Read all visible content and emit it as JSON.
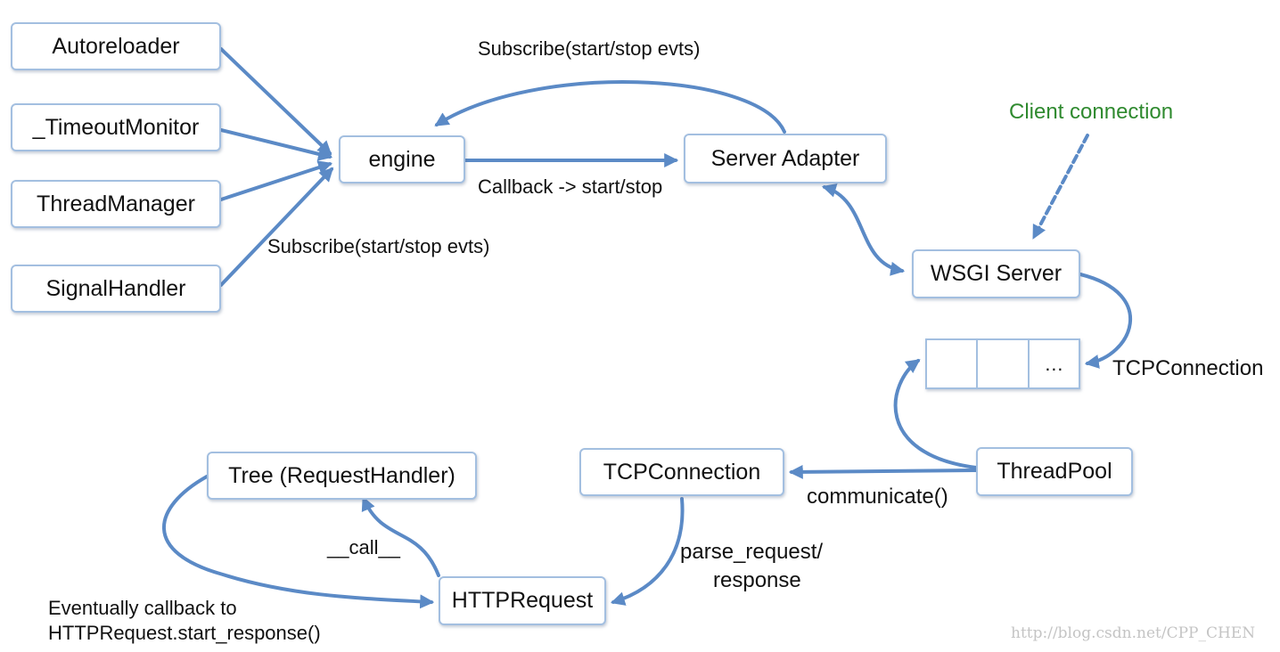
{
  "nodes": {
    "autoreloader": "Autoreloader",
    "timeout_monitor": "_TimeoutMonitor",
    "thread_manager": "ThreadManager",
    "signal_handler": "SignalHandler",
    "engine": "engine",
    "server_adapter": "Server Adapter",
    "wsgi_server": "WSGI Server",
    "thread_pool": "ThreadPool",
    "tcp_connection": "TCPConnection",
    "tree": "Tree (RequestHandler)",
    "http_request": "HTTPRequest"
  },
  "queue": {
    "cells": [
      "",
      "",
      "…"
    ]
  },
  "labels": {
    "subscribe_top": "Subscribe(start/stop evts)",
    "callback": "Callback -> start/stop",
    "subscribe_bottom": "Subscribe(start/stop evts)",
    "client_connection": "Client connection",
    "tcp_connection_queue": "TCPConnection",
    "communicate": "communicate()",
    "parse_request_1": "parse_request/",
    "parse_request_2": "response",
    "call": "__call__",
    "eventually_1": "Eventually callback to",
    "eventually_2": "HTTPRequest.start_response()"
  },
  "watermark": "http://blog.csdn.net/CPP_CHEN",
  "colors": {
    "arrow": "#5b8ac6",
    "box_border": "#a3bfe0",
    "client_label": "#2f8a2f"
  }
}
